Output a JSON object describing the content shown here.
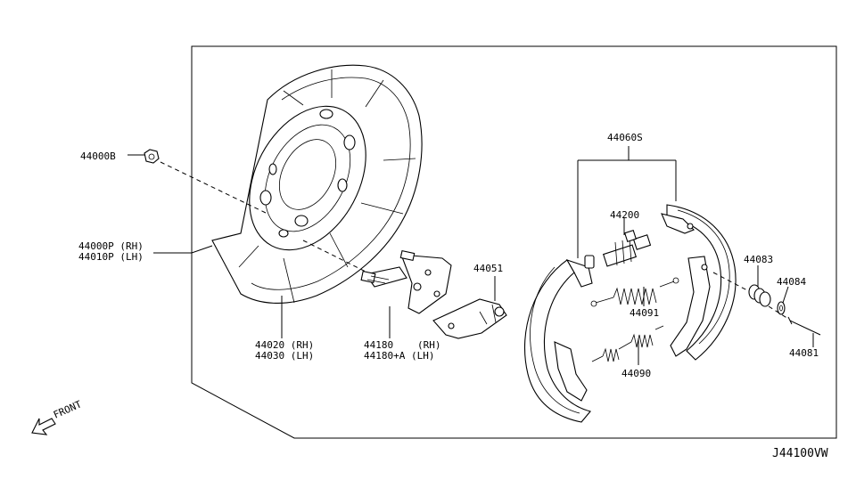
{
  "diagram": {
    "labels": {
      "nut": "44000B",
      "plate_rh": "44000P (RH)",
      "plate_lh": "44010P (LH)",
      "guard_rh": "44020 (RH)",
      "guard_lh": "44030 (LH)",
      "lever_rh": "44180",
      "lever_rh_side": "(RH)",
      "lever_lh": "44180+A (LH)",
      "clip": "44051",
      "shoe_set": "44060S",
      "adjuster": "44200",
      "spring_upper": "44091",
      "spring_lower": "44090",
      "pin_spring": "44083",
      "retainer": "44084",
      "pin": "44081",
      "front": "FRONT"
    },
    "drawing_code": "J44100VW"
  }
}
